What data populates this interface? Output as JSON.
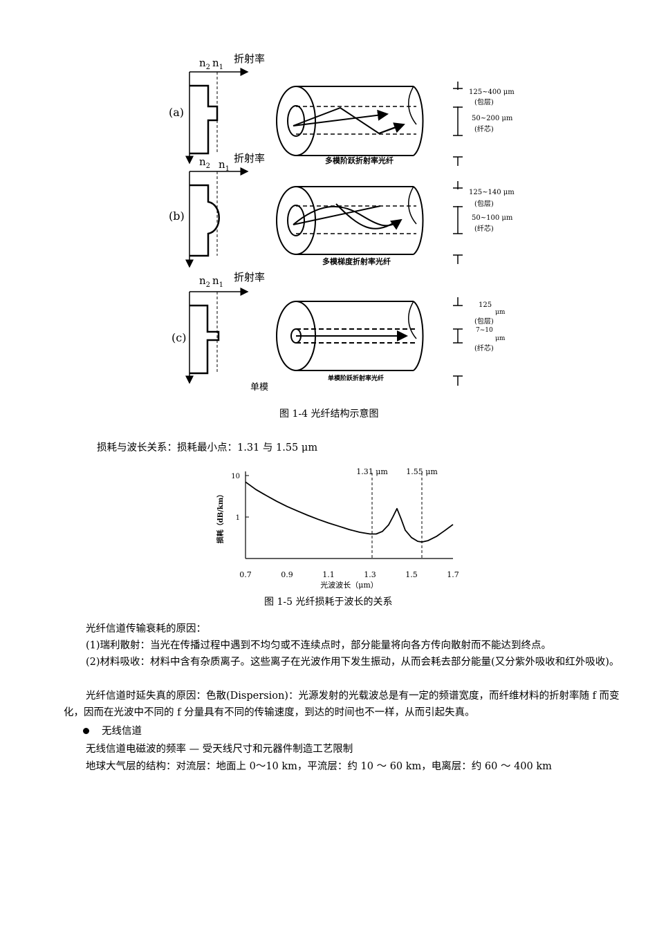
{
  "figure_1_4": {
    "panel_labels": [
      "(a)",
      "(b)",
      "(c)"
    ],
    "n2": "n",
    "n2_sub": "2",
    "n1": "n",
    "n1_sub": "1",
    "axis_label": "折射率",
    "fiber_names": [
      "多模阶跃折射率光纤",
      "多模梯度折射率光纤",
      "单模阶跃折射率光纤"
    ],
    "dims": [
      {
        "clad": "125~400 μm",
        "clad_label": "(包层)",
        "core": "50~200 μm",
        "core_label": "(纤芯)"
      },
      {
        "clad": "125~140 μm",
        "clad_label": "(包层)",
        "core": "50~100 μm",
        "core_label": "(纤芯)"
      },
      {
        "clad": "125",
        "clad_unit": "μm",
        "clad_label": "(包层)",
        "core": "7~10",
        "core_unit": "μm",
        "core_label": "(纤芯)"
      }
    ],
    "single_mode_note": "单模",
    "caption": "图 1-4 光纤结构示意图"
  },
  "loss_intro": "损耗与波长关系：损耗最小点：1.31 与 1.55 μm",
  "chart_data": {
    "type": "line",
    "title": "",
    "xlabel": "光波波长（μm）",
    "ylabel": "损耗（dB/km）",
    "x_ticks": [
      "0.7",
      "0.9",
      "1.1",
      "1.3",
      "1.5",
      "1.7"
    ],
    "y_ticks": [
      "10",
      "1"
    ],
    "xlim": [
      0.7,
      1.7
    ],
    "ylim": [
      0.1,
      10
    ],
    "y_scale": "log",
    "markers": [
      {
        "x": 1.31,
        "label": "1.31 μm"
      },
      {
        "x": 1.55,
        "label": "1.55 μm"
      }
    ],
    "series": [
      {
        "x": [
          0.7,
          0.75,
          0.8,
          0.85,
          0.9,
          0.95,
          1.0,
          1.05,
          1.1,
          1.15,
          1.2,
          1.25,
          1.3,
          1.33,
          1.36,
          1.39,
          1.41,
          1.43,
          1.45,
          1.47,
          1.5,
          1.53,
          1.55,
          1.58,
          1.62,
          1.66,
          1.7
        ],
        "y": [
          7.0,
          4.6,
          3.3,
          2.4,
          1.8,
          1.4,
          1.1,
          0.88,
          0.72,
          0.6,
          0.5,
          0.43,
          0.39,
          0.39,
          0.45,
          0.65,
          1.0,
          1.6,
          0.9,
          0.48,
          0.32,
          0.26,
          0.25,
          0.27,
          0.34,
          0.47,
          0.66
        ]
      }
    ]
  },
  "figure_1_5_caption": "图 1-5 光纤损耗于波长的关系",
  "text": {
    "p1": "光纤信道传输衰耗的原因：",
    "p2": "(1)瑞利散射：当光在传播过程中遇到不均匀或不连续点时，部分能量将向各方传向散射而不能达到终点。",
    "p3": "(2)材料吸收：材料中含有杂质离子。这些离子在光波作用下发生振动，从而会耗去部分能量(又分紫外吸收和红外吸收)。",
    "p4": "光纤信道时延失真的原因：色散(Dispersion)：光源发射的光载波总是有一定的频谱宽度，而纤维材料的折射率随 f 而变化，因而在光波中不同的 f 分量具有不同的传输速度，到达的时间也不一样，从而引起失真。",
    "bullet": "无线信道",
    "p5": "无线信道电磁波的频率 — 受天线尺寸和元器件制造工艺限制",
    "p6": "地球大气层的结构：对流层：地面上 0～10 km，平流层：约 10 ～ 60 km，电离层：约 60 ～ 400 km"
  }
}
